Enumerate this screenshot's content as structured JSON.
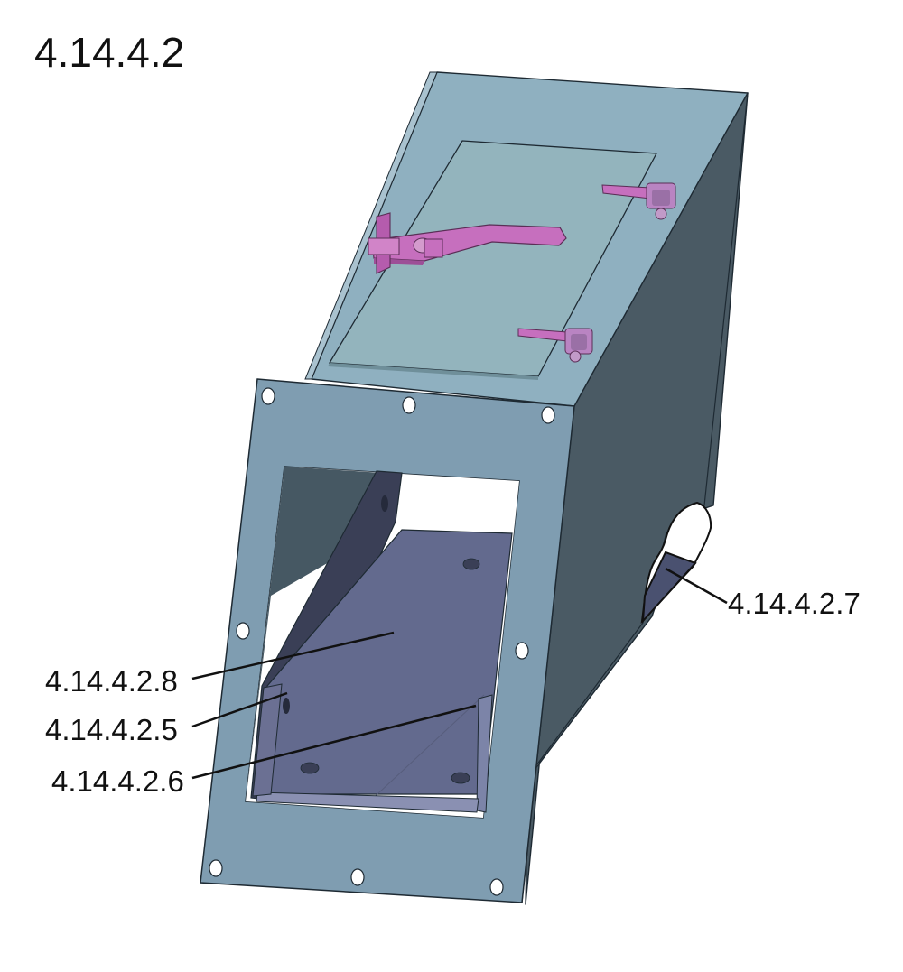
{
  "title": "4.14.4.2",
  "callouts": [
    {
      "id": "c-2-8",
      "label": "4.14.4.2.8"
    },
    {
      "id": "c-2-5",
      "label": "4.14.4.2.5"
    },
    {
      "id": "c-2-6",
      "label": "4.14.4.2.6"
    },
    {
      "id": "c-2-7",
      "label": "4.14.4.2.7"
    }
  ],
  "colors": {
    "frame": "#7f9db1",
    "top_panel": "#8fb0c0",
    "hatch_cover": "#93b4bd",
    "right_side": "#4a5a64",
    "left_inner_wall": "#465863",
    "angle_plate": "#3a3f56",
    "floor_plate": "#636a8e",
    "handle": "#c66fbe",
    "line": "#111111"
  }
}
